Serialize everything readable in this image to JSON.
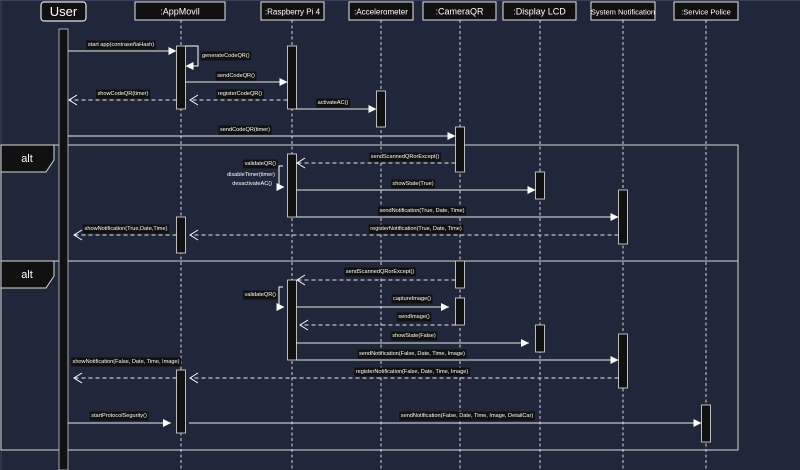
{
  "diagram": {
    "type": "sequence",
    "colors": {
      "background": "#21273a",
      "box_fill": "#111111",
      "box_stroke": "#e6e6e6",
      "line": "#e6e6e6",
      "label_bg": "#111111",
      "text": "#ffffff"
    },
    "actor": {
      "id": "user",
      "label": "User"
    },
    "lifelines": [
      {
        "id": "app",
        "label": ":AppMovil"
      },
      {
        "id": "rpi",
        "label": ":Raspberry Pi 4"
      },
      {
        "id": "acc",
        "label": ":Accelerometer"
      },
      {
        "id": "cam",
        "label": ":CameraQR"
      },
      {
        "id": "lcd",
        "label": ":Display LCD"
      },
      {
        "id": "sys",
        "label": "System Notification"
      },
      {
        "id": "pol",
        "label": ":Service Police"
      }
    ],
    "fragments": [
      {
        "id": "alt1",
        "operator": "alt"
      },
      {
        "id": "alt2",
        "operator": "alt"
      }
    ],
    "messages": [
      {
        "id": "m1",
        "from": "user",
        "to": "app",
        "kind": "sync",
        "label": "start app(contraseñaHash)"
      },
      {
        "id": "m2",
        "from": "app",
        "to": "app",
        "kind": "self",
        "label": "generateCodeQR()"
      },
      {
        "id": "m3",
        "from": "app",
        "to": "rpi",
        "kind": "sync",
        "label": "sendCodeQR()"
      },
      {
        "id": "m4",
        "from": "app",
        "to": "user",
        "kind": "reply",
        "label": "showCodeQR(timer)"
      },
      {
        "id": "m5",
        "from": "rpi",
        "to": "app",
        "kind": "reply",
        "label": "registerCodeQR()"
      },
      {
        "id": "m6",
        "from": "rpi",
        "to": "acc",
        "kind": "sync",
        "label": "activateAC()"
      },
      {
        "id": "m7",
        "from": "user",
        "to": "cam",
        "kind": "sync",
        "label": "sendCodeQR(timer)"
      },
      {
        "id": "m8",
        "from": "cam",
        "to": "rpi",
        "kind": "reply",
        "label": "sendScannedQRorExcept()",
        "fragment": "alt1"
      },
      {
        "id": "m9",
        "from": "rpi",
        "to": "rpi",
        "kind": "self",
        "label": "validateQR()",
        "extra_labels": [
          "disableTimer(timer)",
          "desactivateAC()"
        ],
        "fragment": "alt1"
      },
      {
        "id": "m10",
        "from": "rpi",
        "to": "lcd",
        "kind": "sync",
        "label": "showState(True)",
        "fragment": "alt1"
      },
      {
        "id": "m11",
        "from": "rpi",
        "to": "sys",
        "kind": "sync",
        "label": "sendNotification(True, Date, Time)",
        "fragment": "alt1"
      },
      {
        "id": "m12",
        "from": "sys",
        "to": "app",
        "kind": "reply",
        "label": "registerNotification(True, Date, Time)",
        "fragment": "alt1"
      },
      {
        "id": "m13",
        "from": "app",
        "to": "user",
        "kind": "reply",
        "label": "showNotification(True,Date,Time)",
        "fragment": "alt1"
      },
      {
        "id": "m14",
        "from": "cam",
        "to": "rpi",
        "kind": "reply",
        "label": "sendScannedQRorExcept()",
        "fragment": "alt2"
      },
      {
        "id": "m15",
        "from": "rpi",
        "to": "rpi",
        "kind": "self",
        "label": "validateQR()",
        "fragment": "alt2"
      },
      {
        "id": "m16",
        "from": "rpi",
        "to": "cam",
        "kind": "sync",
        "label": "captureImage()",
        "fragment": "alt2"
      },
      {
        "id": "m17",
        "from": "cam",
        "to": "rpi",
        "kind": "reply",
        "label": "sendImage()",
        "fragment": "alt2"
      },
      {
        "id": "m18",
        "from": "rpi",
        "to": "lcd",
        "kind": "sync",
        "label": "showState(False)",
        "fragment": "alt2"
      },
      {
        "id": "m19",
        "from": "rpi",
        "to": "sys",
        "kind": "sync",
        "label": "sendNotification(False, Date, Time, Image)",
        "fragment": "alt2"
      },
      {
        "id": "m20",
        "from": "sys",
        "to": "app",
        "kind": "reply",
        "label": "registerNotification(False, Date, Time, Image)",
        "fragment": "alt2"
      },
      {
        "id": "m21",
        "from": "app",
        "to": "user",
        "kind": "reply",
        "label": "showNotification(False, Date, Time, Image)",
        "fragment": "alt2"
      },
      {
        "id": "m22",
        "from": "user",
        "to": "app",
        "kind": "sync",
        "label": "startProtocolSegurity()",
        "fragment": "alt2"
      },
      {
        "id": "m23",
        "from": "app",
        "to": "pol",
        "kind": "sync",
        "label": "sendNotification(False, Date, Time, Image, DetailCar)",
        "fragment": "alt2"
      }
    ]
  }
}
